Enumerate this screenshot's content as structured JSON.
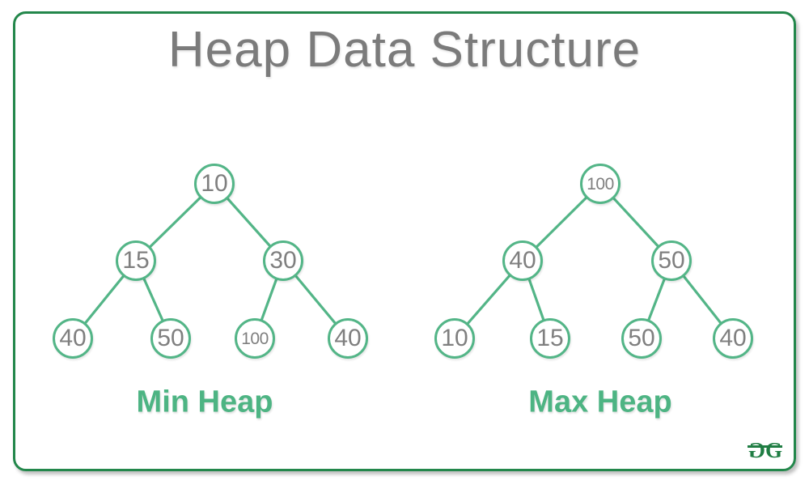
{
  "title": "Heap Data Structure",
  "heaps": [
    {
      "id": "min-heap",
      "label": "Min Heap",
      "values": [
        "10",
        "15",
        "30",
        "40",
        "50",
        "100",
        "40"
      ]
    },
    {
      "id": "max-heap",
      "label": "Max Heap",
      "values": [
        "100",
        "40",
        "50",
        "10",
        "15",
        "50",
        "40"
      ]
    }
  ],
  "structure": {
    "node_shape": "circle",
    "edges_by_index": [
      [
        0,
        1
      ],
      [
        0,
        2
      ],
      [
        1,
        3
      ],
      [
        1,
        4
      ],
      [
        2,
        5
      ],
      [
        2,
        6
      ]
    ]
  },
  "logo": {
    "monogram": "GG",
    "letter": "G"
  },
  "colors": {
    "node_stroke": "#53b587",
    "edge_stroke": "#53b587",
    "heap_label_green": "#4db483",
    "frame_green": "#23874b",
    "logo_green": "#1f7d43",
    "title_gray": "#7b7b7b",
    "node_text_gray": "#7f7f7f",
    "background": "#ffffff"
  }
}
